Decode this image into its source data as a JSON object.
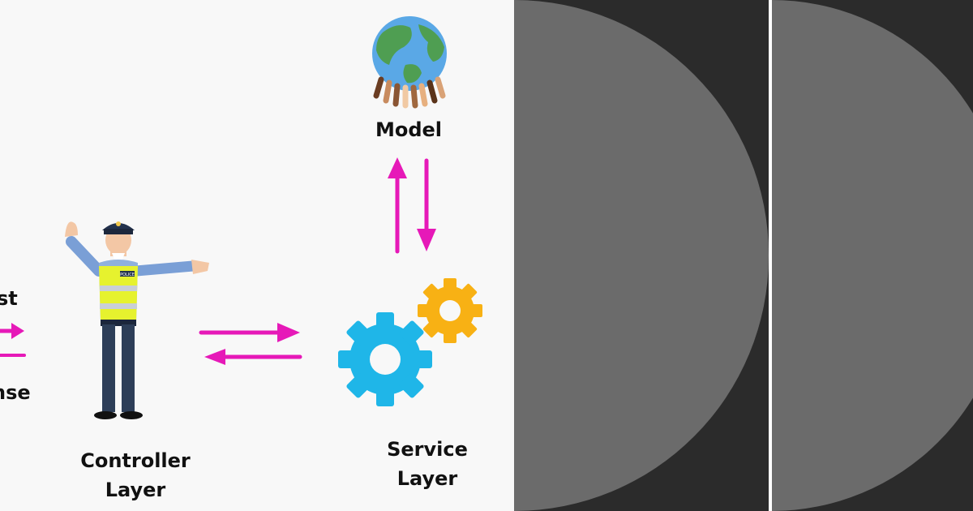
{
  "diagram": {
    "partial_left_labels": {
      "request": "st",
      "response": "nse"
    },
    "controller": {
      "line1": "Controller",
      "line2": "Layer"
    },
    "service": {
      "line1": "Service",
      "line2": "Layer"
    },
    "model": {
      "label": "Model"
    },
    "police_badge": "POLICE"
  },
  "colors": {
    "arrow": "#e619b8",
    "gear_blue": "#1fb6e8",
    "gear_orange": "#f8b114",
    "vest": "#e6f22e",
    "uniform": "#2d3e58",
    "globe_ocean": "#5aa8e6",
    "globe_land": "#4f9e52",
    "background_panel": "#2b2b2b",
    "half_disc": "#6b6b6b"
  },
  "icons": [
    "traffic-police-icon",
    "globe-hands-icon",
    "blue-gear-icon",
    "orange-gear-icon"
  ]
}
